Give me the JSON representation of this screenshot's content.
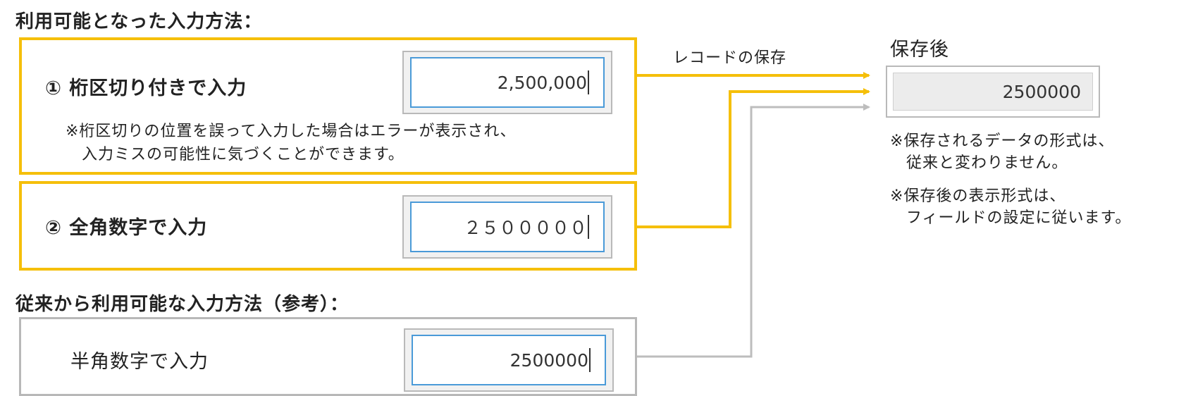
{
  "colors": {
    "new_method_accent": "#f5bf0a",
    "legacy_method_border": "#b8b8b8",
    "input_focus_border": "#4a9ad8",
    "legacy_arrow": "#bdbdbd"
  },
  "headings": {
    "new_methods": "利用可能となった入力方法：",
    "legacy_methods": "従来から利用可能な入力方法（参考）："
  },
  "methods": [
    {
      "title": "① 桁区切り付きで入力",
      "value": "2,500,000",
      "note": "※桁区切りの位置を誤って入力した場合はエラーが表示され、\n　入力ミスの可能性に気づくことができます。"
    },
    {
      "title": "② 全角数字で入力",
      "value": "２５０００００"
    },
    {
      "title": "半角数字で入力",
      "value": "2500000"
    }
  ],
  "arrow_label": "レコードの保存",
  "saved": {
    "title": "保存後",
    "value": "2500000",
    "note_format": "※保存されるデータの形式は、\n　従来と変わりません。",
    "note_display": "※保存後の表示形式は、\n　フィールドの設定に従います。"
  }
}
